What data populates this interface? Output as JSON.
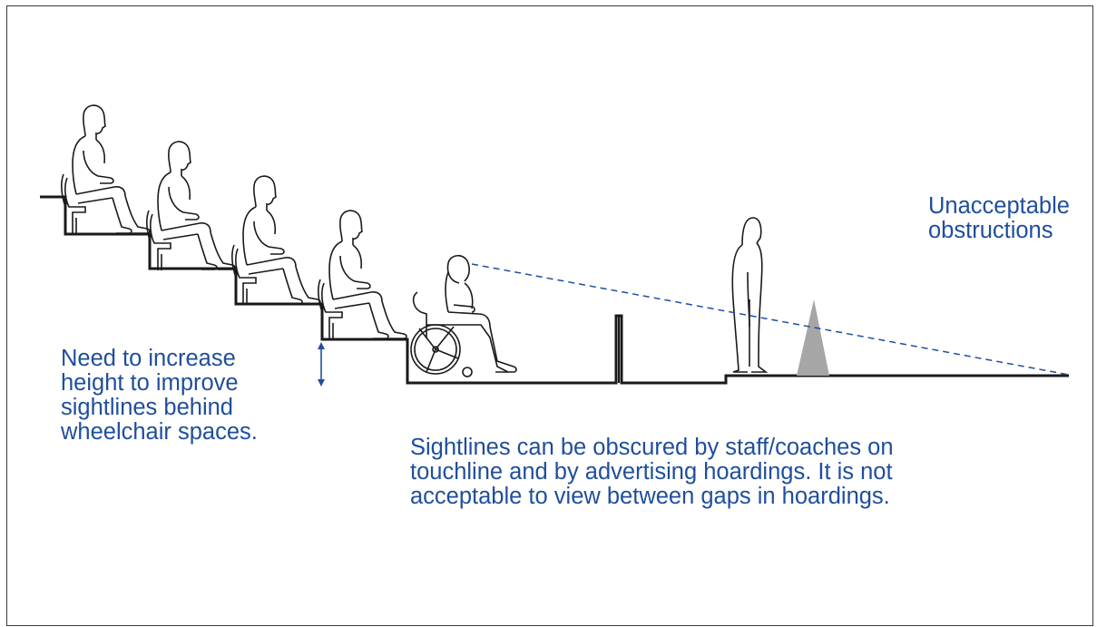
{
  "annotations": {
    "height_note": "Need to increase\nheight to improve\nsightlines behind\nwheelchair spaces.",
    "obstruction_note": "Unacceptable\nobstructions",
    "sightline_note": "Sightlines can be obscured by staff/coaches on\ntouchline and by advertising hoardings. It is not\nacceptable to view between gaps in hoardings."
  },
  "colors": {
    "text": "#1f4e9c",
    "sightline": "#1f4e9c",
    "structure": "#1a1a1a",
    "obstruction": "#a6a6a6"
  }
}
